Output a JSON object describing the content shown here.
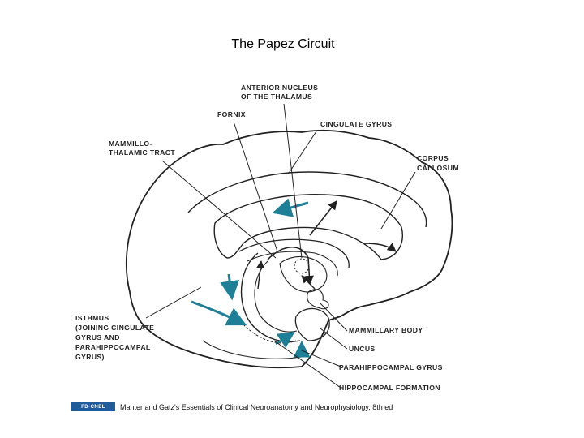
{
  "title": "The Papez Circuit",
  "labels": {
    "anterior_nucleus_1": "ANTERIOR NUCLEUS",
    "anterior_nucleus_2": "OF THE THALAMUS",
    "fornix": "FORNIX",
    "cingulate_gyrus": "CINGULATE GYRUS",
    "mammillothalamic_1": "MAMMILLO-",
    "mammillothalamic_2": "THALAMIC TRACT",
    "corpus_callosum_1": "CORPUS",
    "corpus_callosum_2": "CALLOSUM",
    "isthmus_1": "ISTHMUS",
    "isthmus_2": "(JOINING CINGULATE",
    "isthmus_3": "GYRUS AND",
    "isthmus_4": "PARAHIPPOCAMPAL",
    "isthmus_5": "GYRUS)",
    "mammillary_body": "MAMMILLARY BODY",
    "uncus": "UNCUS",
    "parahippocampal_gyrus": "PARAHIPPOCAMPAL GYRUS",
    "hippocampal_formation": "HIPPOCAMPAL FORMATION"
  },
  "footer": {
    "logo": "FD·CNEL",
    "citation": "Manter and Gatz's Essentials of Clinical Neuroanatomy and Neurophysiology, 8th ed"
  },
  "colors": {
    "line": "#222222",
    "pathway_arrow": "#1e7f96",
    "logo_bg": "#1f5c99"
  }
}
